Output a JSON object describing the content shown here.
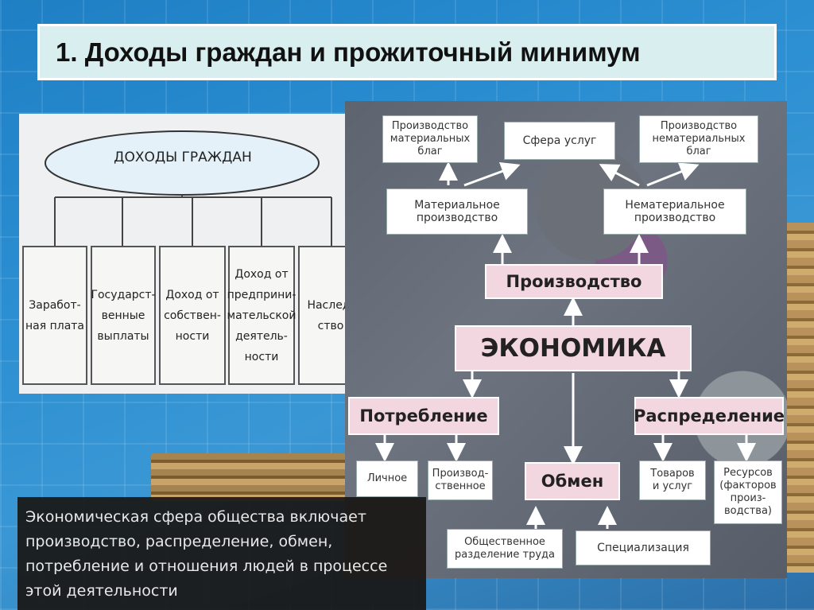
{
  "title": "1. Доходы граждан и прожиточный минимум",
  "incomes": {
    "header": "ДОХОДЫ ГРАЖДАН",
    "items": [
      "Заработ-\nная плата",
      "Государст-\nвенные\nвыплаты",
      "Доход от\nсобствен-\nности",
      "Доход от\nпредприни-\nмательской\nдеятель-\nности",
      "Наслед-\nство"
    ]
  },
  "economy": {
    "center": "ЭКОНОМИКА",
    "production": "Производство",
    "material_production": "Материальное\nпроизводство",
    "nonmaterial_production": "Нематериальное\nпроизводство",
    "material_goods": "Производство\nматериальных\nблаг",
    "services": "Сфера услуг",
    "nonmaterial_goods": "Производство\nнематериальных\nблаг",
    "consumption": "Потребление",
    "personal": "Личное",
    "productive": "Производ-\nственное",
    "exchange": "Обмен",
    "division_of_labor": "Общественное\nразделение труда",
    "specialization": "Специализация",
    "distribution": "Распределение",
    "goods_services": "Товаров\nи услуг",
    "resources": "Ресурсов\n(факторов\nпроиз-\nводства)"
  },
  "caption": "Экономическая сфера общества включает\nпроизводство, распределение, обмен,\nпотребление и отношения людей в процессе\nэтой деятельности"
}
